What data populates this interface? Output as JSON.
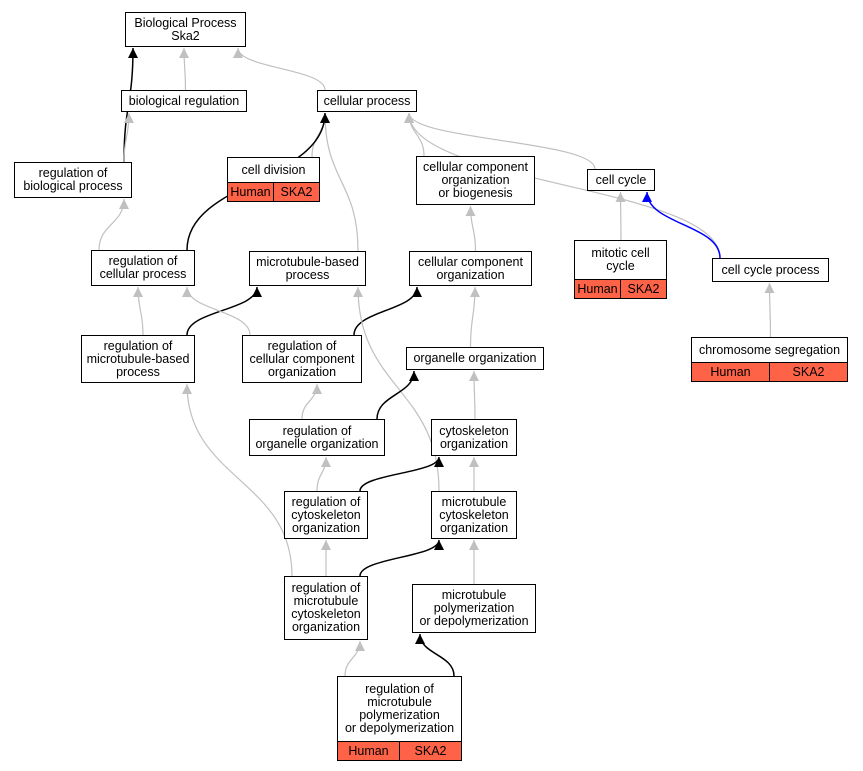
{
  "graph": {
    "colors": {
      "tag_fill": "#ff6347",
      "edge_default": "#c0c0c0",
      "edge_regulates": "#000000",
      "edge_part_of": "#0000ff"
    },
    "nodes": {
      "bp_root": {
        "lines": [
          "Biological Process",
          "Ska2"
        ]
      },
      "biological_regulation": {
        "lines": [
          "biological regulation"
        ]
      },
      "cellular_process": {
        "lines": [
          "cellular process"
        ]
      },
      "regulation_biological_process": {
        "lines": [
          "regulation of",
          "biological process"
        ]
      },
      "cell_division": {
        "lines": [
          "cell division"
        ],
        "tags": [
          "Human",
          "SKA2"
        ]
      },
      "cc_org_biogenesis": {
        "lines": [
          "cellular component",
          "organization",
          "or biogenesis"
        ]
      },
      "cell_cycle": {
        "lines": [
          "cell cycle"
        ]
      },
      "mitotic_cell_cycle": {
        "lines": [
          "mitotic cell",
          "cycle"
        ],
        "tags": [
          "Human",
          "SKA2"
        ]
      },
      "regulation_cellular_process": {
        "lines": [
          "regulation of",
          "cellular process"
        ]
      },
      "microtubule_based_process": {
        "lines": [
          "microtubule-based",
          "process"
        ]
      },
      "cc_organization": {
        "lines": [
          "cellular component",
          "organization"
        ]
      },
      "cell_cycle_process": {
        "lines": [
          "cell cycle process"
        ]
      },
      "regulation_mt_based_process": {
        "lines": [
          "regulation of",
          "microtubule-based",
          "process"
        ]
      },
      "regulation_cc_organization": {
        "lines": [
          "regulation of",
          "cellular component",
          "organization"
        ]
      },
      "organelle_organization": {
        "lines": [
          "organelle organization"
        ]
      },
      "chromosome_segregation": {
        "lines": [
          "chromosome segregation"
        ],
        "tags": [
          "Human",
          "SKA2"
        ]
      },
      "regulation_organelle_organization": {
        "lines": [
          "regulation of",
          "organelle organization"
        ]
      },
      "cytoskeleton_organization": {
        "lines": [
          "cytoskeleton",
          "organization"
        ]
      },
      "regulation_cytoskeleton_organization": {
        "lines": [
          "regulation of",
          "cytoskeleton",
          "organization"
        ]
      },
      "mt_cytoskeleton_organization": {
        "lines": [
          "microtubule",
          "cytoskeleton",
          "organization"
        ]
      },
      "regulation_mt_cytoskeleton_organization": {
        "lines": [
          "regulation of",
          "microtubule",
          "cytoskeleton",
          "organization"
        ]
      },
      "mt_polymerization": {
        "lines": [
          "microtubule",
          "polymerization",
          "or depolymerization"
        ]
      },
      "regulation_mt_polymerization": {
        "lines": [
          "regulation of",
          "microtubule",
          "polymerization",
          "or depolymerization"
        ],
        "tags": [
          "Human",
          "SKA2"
        ]
      }
    },
    "edges": [
      {
        "from": "biological_regulation",
        "to": "bp_root",
        "type": "is_a"
      },
      {
        "from": "cellular_process",
        "to": "bp_root",
        "type": "is_a"
      },
      {
        "from": "regulation_biological_process",
        "to": "bp_root",
        "type": "regulates"
      },
      {
        "from": "regulation_biological_process",
        "to": "biological_regulation",
        "type": "is_a"
      },
      {
        "from": "cell_division",
        "to": "cellular_process",
        "type": "is_a"
      },
      {
        "from": "cc_org_biogenesis",
        "to": "cellular_process",
        "type": "is_a"
      },
      {
        "from": "cell_cycle",
        "to": "cellular_process",
        "type": "is_a"
      },
      {
        "from": "cell_cycle_process",
        "to": "cellular_process",
        "type": "is_a"
      },
      {
        "from": "microtubule_based_process",
        "to": "cellular_process",
        "type": "is_a"
      },
      {
        "from": "regulation_cellular_process",
        "to": "cellular_process",
        "type": "regulates"
      },
      {
        "from": "regulation_cellular_process",
        "to": "regulation_biological_process",
        "type": "is_a"
      },
      {
        "from": "mitotic_cell_cycle",
        "to": "cell_cycle",
        "type": "is_a"
      },
      {
        "from": "cell_cycle_process",
        "to": "cell_cycle",
        "type": "part_of"
      },
      {
        "from": "cc_organization",
        "to": "cc_org_biogenesis",
        "type": "is_a"
      },
      {
        "from": "chromosome_segregation",
        "to": "cell_cycle_process",
        "type": "is_a"
      },
      {
        "from": "regulation_mt_based_process",
        "to": "regulation_cellular_process",
        "type": "is_a"
      },
      {
        "from": "regulation_mt_based_process",
        "to": "microtubule_based_process",
        "type": "regulates"
      },
      {
        "from": "regulation_cc_organization",
        "to": "regulation_cellular_process",
        "type": "is_a"
      },
      {
        "from": "regulation_cc_organization",
        "to": "cc_organization",
        "type": "regulates"
      },
      {
        "from": "organelle_organization",
        "to": "cc_organization",
        "type": "is_a"
      },
      {
        "from": "mt_cytoskeleton_organization",
        "to": "microtubule_based_process",
        "type": "is_a"
      },
      {
        "from": "regulation_organelle_organization",
        "to": "regulation_cc_organization",
        "type": "is_a"
      },
      {
        "from": "regulation_organelle_organization",
        "to": "organelle_organization",
        "type": "regulates"
      },
      {
        "from": "cytoskeleton_organization",
        "to": "organelle_organization",
        "type": "is_a"
      },
      {
        "from": "regulation_cytoskeleton_organization",
        "to": "regulation_organelle_organization",
        "type": "is_a"
      },
      {
        "from": "regulation_cytoskeleton_organization",
        "to": "cytoskeleton_organization",
        "type": "regulates"
      },
      {
        "from": "mt_cytoskeleton_organization",
        "to": "cytoskeleton_organization",
        "type": "is_a"
      },
      {
        "from": "regulation_mt_cytoskeleton_organization",
        "to": "regulation_cytoskeleton_organization",
        "type": "is_a"
      },
      {
        "from": "regulation_mt_cytoskeleton_organization",
        "to": "regulation_mt_based_process",
        "type": "is_a"
      },
      {
        "from": "regulation_mt_cytoskeleton_organization",
        "to": "mt_cytoskeleton_organization",
        "type": "regulates"
      },
      {
        "from": "mt_polymerization",
        "to": "mt_cytoskeleton_organization",
        "type": "is_a"
      },
      {
        "from": "regulation_mt_polymerization",
        "to": "regulation_mt_cytoskeleton_organization",
        "type": "is_a"
      },
      {
        "from": "regulation_mt_polymerization",
        "to": "mt_polymerization",
        "type": "regulates"
      }
    ]
  }
}
